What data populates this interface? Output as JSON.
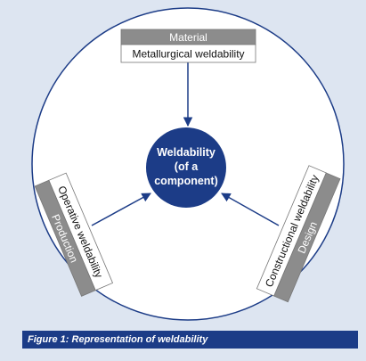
{
  "colors": {
    "background": "#dde5f1",
    "accent_blue": "#1c3c87",
    "header_gray": "#8c8c8c",
    "white": "#ffffff"
  },
  "top_box": {
    "header": "Material",
    "body": "Metallurgical weldability"
  },
  "center": {
    "lines": [
      "Weldability",
      "(of a",
      "component)"
    ]
  },
  "left_box": {
    "body": "Operative weldability",
    "header": "Production"
  },
  "right_box": {
    "body": "Constructional weldability",
    "header": "Design"
  },
  "caption": "Figure 1: Representation of weldability"
}
